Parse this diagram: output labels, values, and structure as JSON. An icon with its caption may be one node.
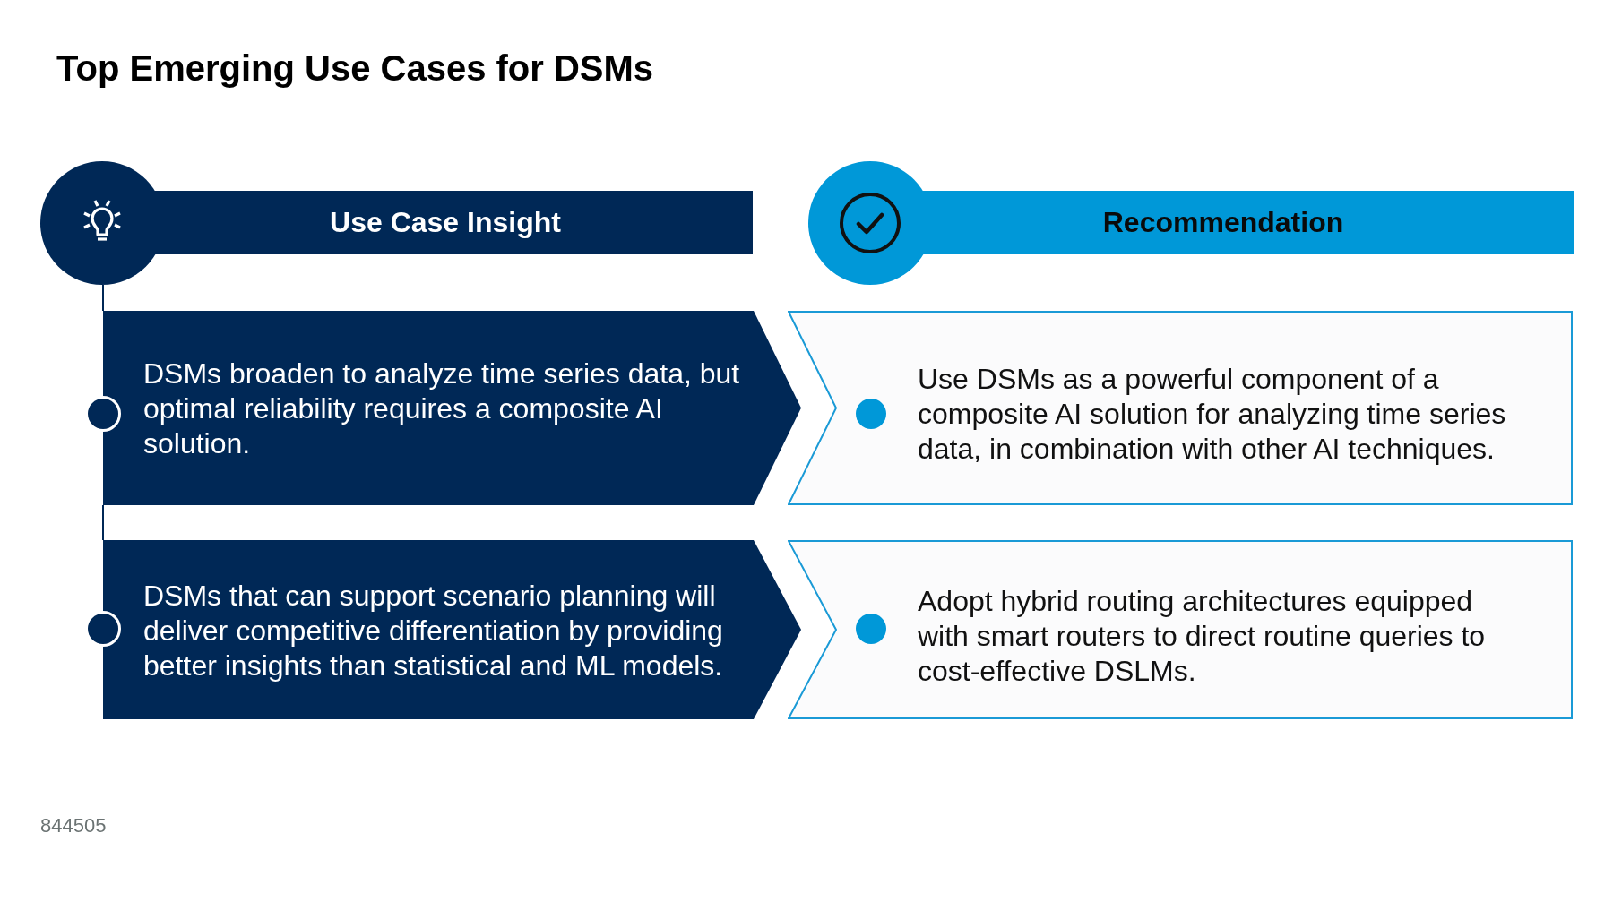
{
  "diagram": {
    "title": "Top Emerging Use Cases for DSMs",
    "nodes": [
      {
        "text": [
          "Use Case Insight"
        ]
      },
      {
        "text": [
          "Recommendation"
        ]
      },
      {
        "text": [
          "DSMs broaden to analyze time series data, but optimal reliability requires a composite AI solution."
        ]
      },
      {
        "text": [
          "Use DSMs as a powerful component of a composite AI solution for analyzing time series data, in combination with other AI techniques."
        ]
      },
      {
        "text": [
          "DSMs that can support scenario planning will deliver competitive differentiation by providing better insights than statistical and ML models."
        ]
      },
      {
        "text": [
          "Adopt hybrid routing architectures equipped with smart routers to direct routine queries to cost-effective DSLMs."
        ]
      }
    ],
    "edges": [
      {
        "from": 0,
        "to": 2,
        "arrow": "none"
      },
      {
        "from": 2,
        "to": 4,
        "arrow": "none"
      }
    ],
    "labels": [
      "844505"
    ]
  }
}
